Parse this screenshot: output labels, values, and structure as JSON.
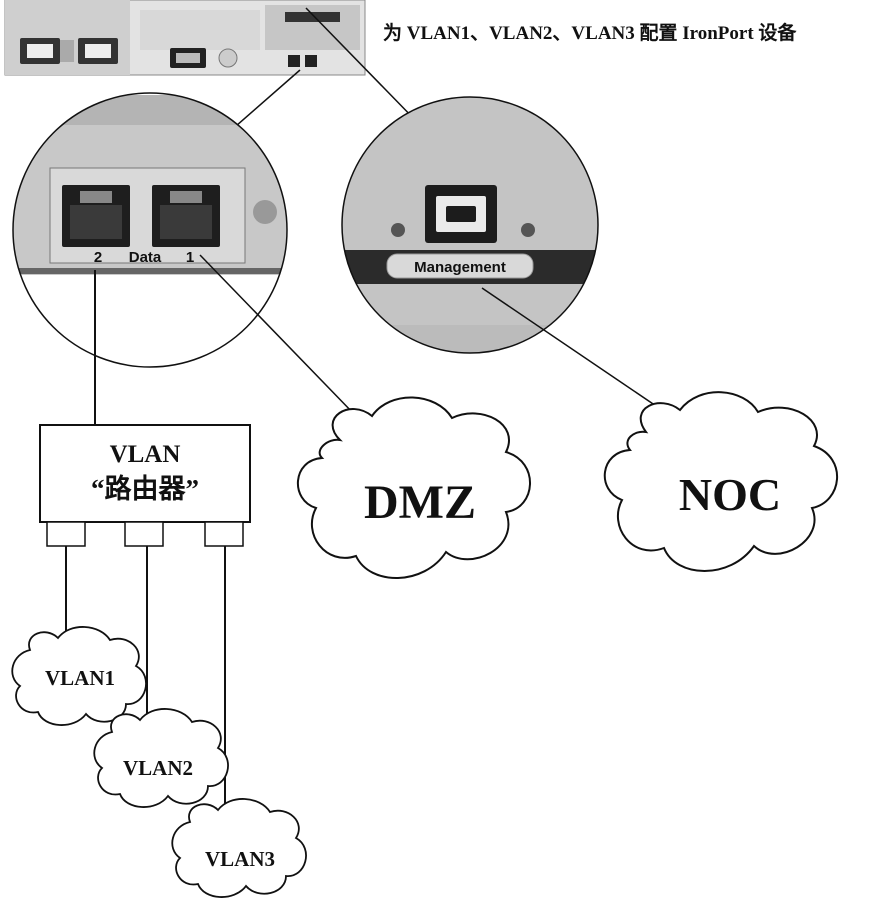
{
  "title": "为 VLAN1、VLAN2、VLAN3 配置 IronPort 设备",
  "ports": {
    "data_port_2": "2",
    "data_label": "Data",
    "data_port_1": "1",
    "management_label": "Management"
  },
  "router": {
    "line1": "VLAN",
    "line2": "“路由器”"
  },
  "clouds": {
    "dmz": "DMZ",
    "noc": "NOC",
    "vlan1": "VLAN1",
    "vlan2": "VLAN2",
    "vlan3": "VLAN3"
  }
}
